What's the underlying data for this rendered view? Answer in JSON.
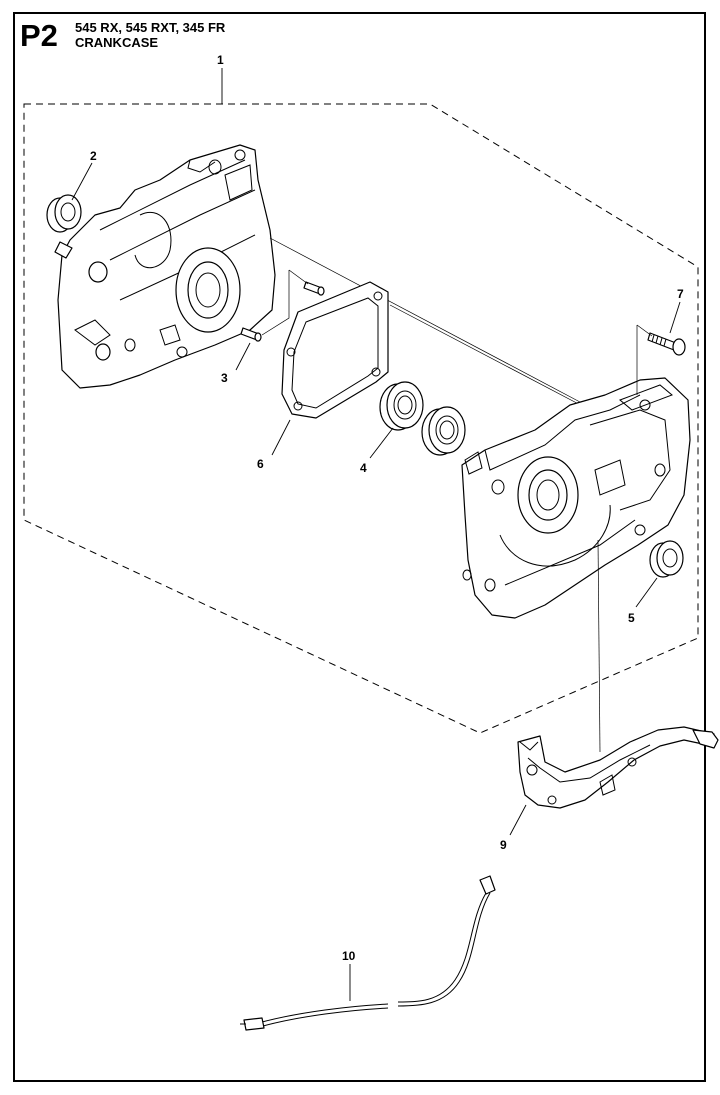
{
  "header": {
    "page_code": "P2",
    "models": "545 RX, 545 RXT, 345 FR",
    "section": "CRANKCASE"
  },
  "callouts": [
    "1",
    "2",
    "3",
    "4",
    "5",
    "6",
    "7",
    "9",
    "10"
  ]
}
